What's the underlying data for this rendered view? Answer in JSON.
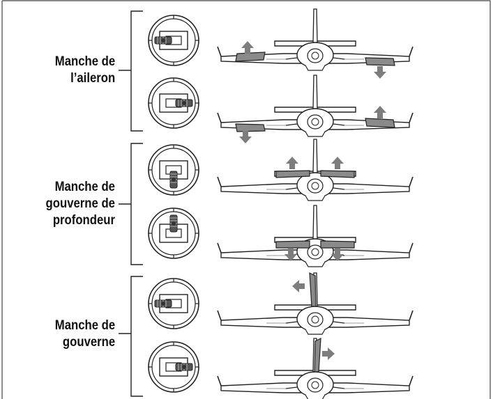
{
  "groups": [
    {
      "label": "Manche de\nl’aileron",
      "control": "aileron",
      "rows": [
        {
          "stick": "left",
          "deflection": "right-wing-down"
        },
        {
          "stick": "right",
          "deflection": "left-wing-down"
        }
      ]
    },
    {
      "label": "Manche de\ngouverne de\nprofondeur",
      "control": "elevator",
      "rows": [
        {
          "stick": "down",
          "deflection": "elevator-up"
        },
        {
          "stick": "up",
          "deflection": "elevator-down"
        }
      ]
    },
    {
      "label": "Manche de\ngouverne",
      "control": "rudder",
      "rows": [
        {
          "stick": "left",
          "deflection": "rudder-left"
        },
        {
          "stick": "right",
          "deflection": "rudder-right"
        }
      ]
    }
  ],
  "colors": {
    "line": "#222222",
    "surface": "#8a8a8a",
    "arrow": "#7d7d7d",
    "frame": "#444444"
  },
  "icons": [
    "transmitter-stick-icon",
    "airplane-icon",
    "arrow-icon"
  ]
}
